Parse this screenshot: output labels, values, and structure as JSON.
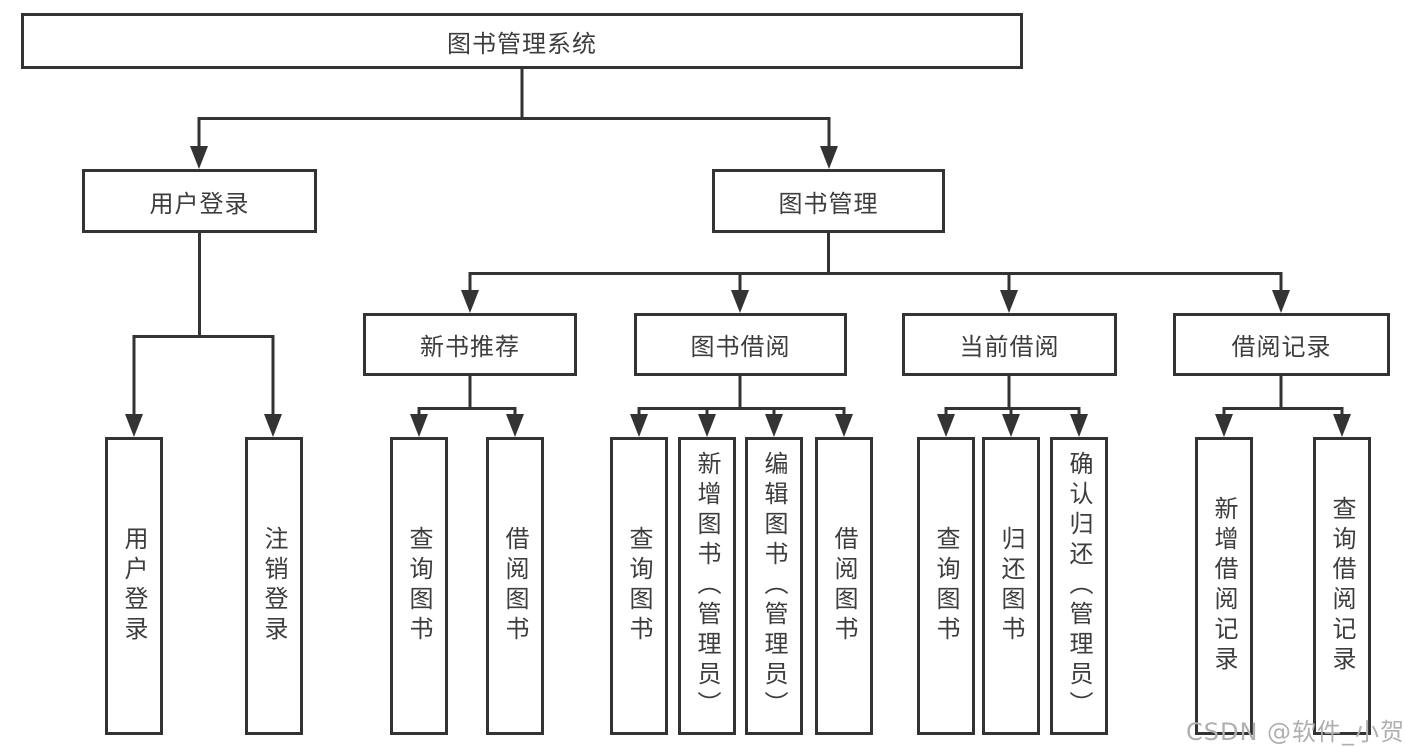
{
  "title": "图书管理系统",
  "tree": {
    "root": "图书管理系统",
    "children": [
      {
        "label": "用户登录",
        "children": [
          {
            "label": "用户登录"
          },
          {
            "label": "注销登录"
          }
        ]
      },
      {
        "label": "图书管理",
        "children": [
          {
            "label": "新书推荐",
            "children": [
              {
                "label": "查询图书"
              },
              {
                "label": "借阅图书"
              }
            ]
          },
          {
            "label": "图书借阅",
            "children": [
              {
                "label": "查询图书"
              },
              {
                "label": "新增图书（管理员）"
              },
              {
                "label": "编辑图书（管理员）"
              },
              {
                "label": "借阅图书"
              }
            ]
          },
          {
            "label": "当前借阅",
            "children": [
              {
                "label": "查询图书"
              },
              {
                "label": "归还图书"
              },
              {
                "label": "确认归还（管理员）"
              }
            ]
          },
          {
            "label": "借阅记录",
            "children": [
              {
                "label": "新增借阅记录"
              },
              {
                "label": "查询借阅记录"
              }
            ]
          }
        ]
      }
    ]
  },
  "watermark": "CSDN @软件_小贺同学",
  "colors": {
    "line": "#333333",
    "text": "#3d3d3d",
    "watermark": "#b0b0b0",
    "background": "#ffffff"
  }
}
